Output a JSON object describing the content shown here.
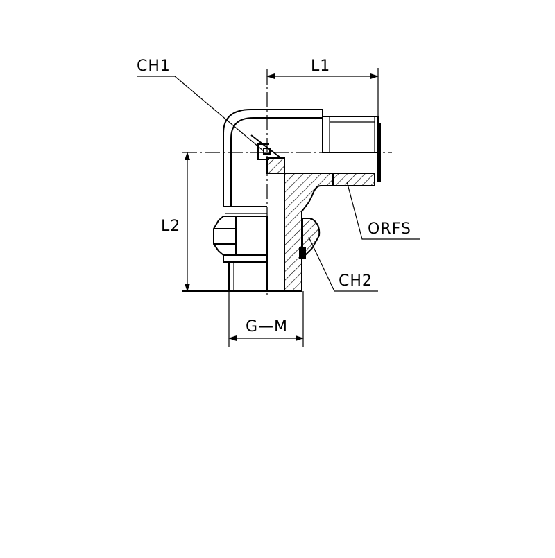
{
  "drawing": {
    "labels": {
      "ch1": "CH1",
      "l1": "L1",
      "l2": "L2",
      "orfs": "ORFS",
      "ch2": "CH2",
      "gm": "G—M"
    },
    "line_color": "#000000",
    "background": "#ffffff"
  }
}
